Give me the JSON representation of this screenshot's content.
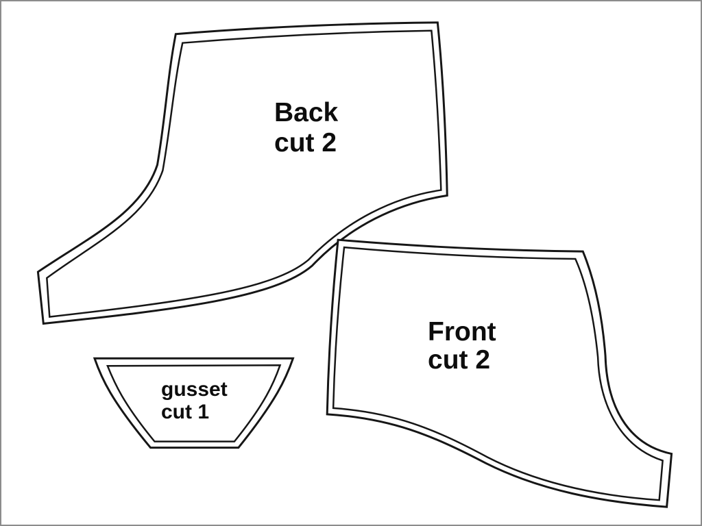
{
  "canvas": {
    "background": "#ffffff",
    "border_color": "#8c8c8c",
    "outline_color": "#161616",
    "text_color": "#0d0d0d"
  },
  "pieces": [
    {
      "id": "back",
      "label_line1": "Back",
      "label_line2": "cut 2"
    },
    {
      "id": "front",
      "label_line1": "Front",
      "label_line2": "cut 2"
    },
    {
      "id": "gusset",
      "label_line1": "gusset",
      "label_line2": "cut 1"
    }
  ]
}
